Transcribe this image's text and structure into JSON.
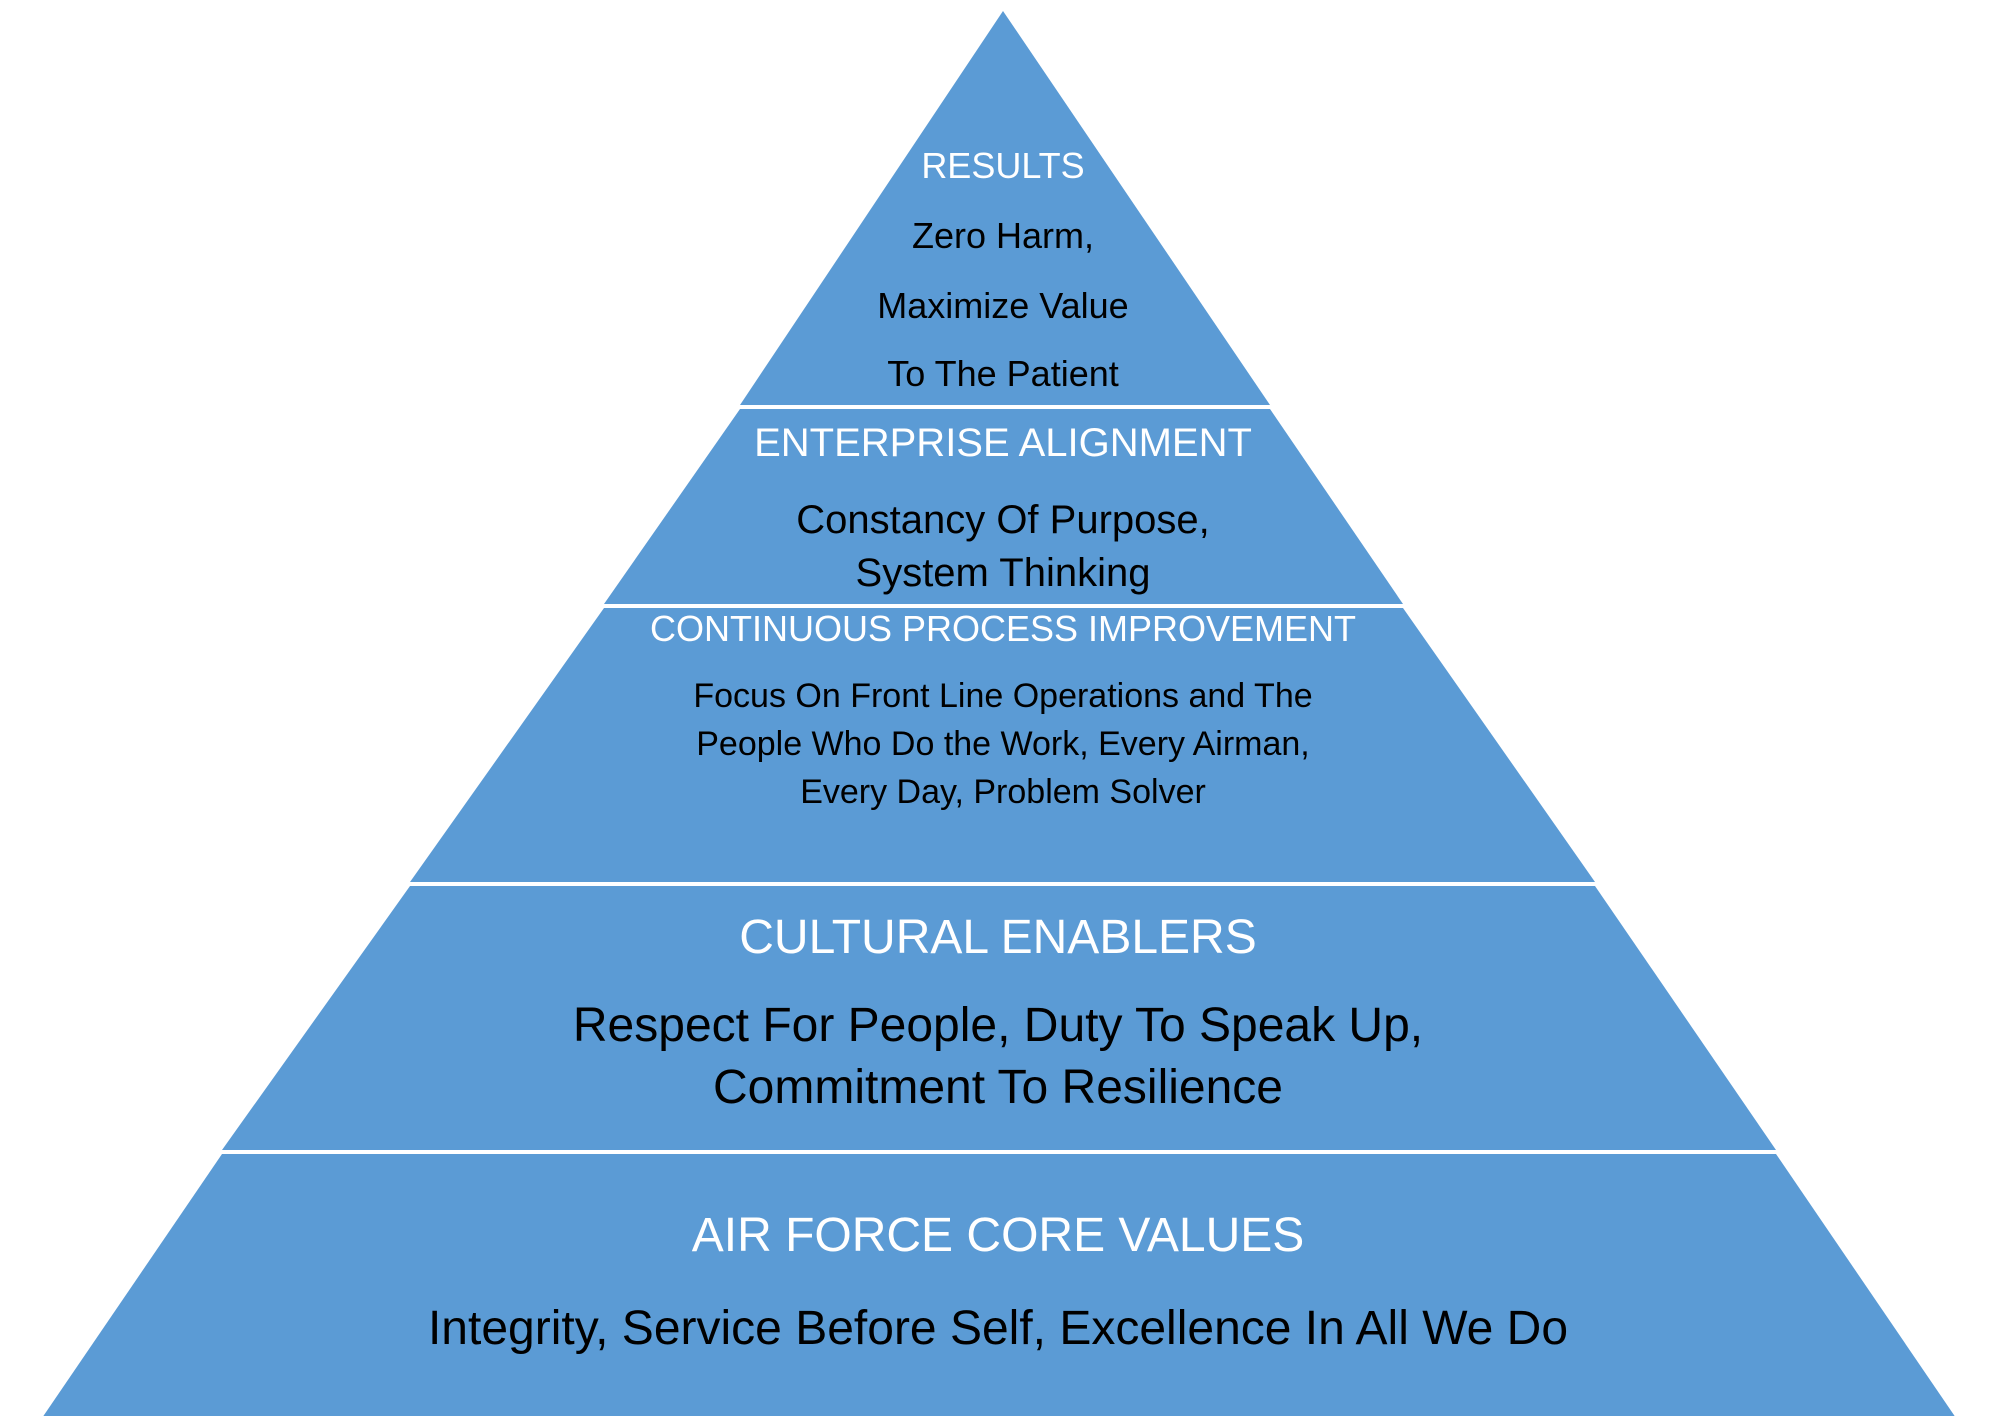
{
  "colors": {
    "tier_fill": "#5b9bd5",
    "divider": "#ffffff",
    "heading_text": "#ffffff",
    "body_text": "#000000"
  },
  "tiers": [
    {
      "heading": "RESULTS",
      "lines": [
        "Zero Harm,",
        "Maximize Value",
        "To The Patient"
      ]
    },
    {
      "heading": "ENTERPRISE ALIGNMENT",
      "lines": [
        "Constancy Of Purpose,",
        "System Thinking"
      ]
    },
    {
      "heading": "CONTINUOUS PROCESS IMPROVEMENT",
      "lines": [
        "Focus On Front Line Operations and The",
        "People Who Do the Work, Every Airman,",
        "Every Day, Problem Solver"
      ]
    },
    {
      "heading": "CULTURAL ENABLERS",
      "lines": [
        "Respect For People, Duty To Speak Up,",
        "Commitment To Resilience"
      ]
    },
    {
      "heading": "AIR FORCE CORE VALUES",
      "lines": [
        "Integrity, Service Before Self, Excellence In All We Do"
      ]
    }
  ]
}
